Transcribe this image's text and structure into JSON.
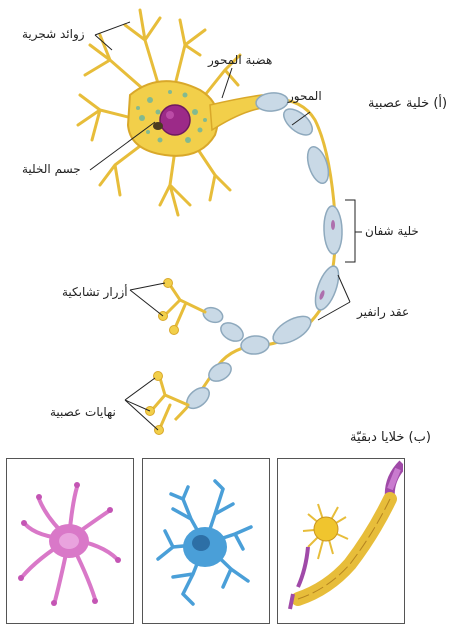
{
  "part_a": {
    "title": "(أ) خلية عصبية",
    "labels": {
      "dendrites": "زوائد شجرية",
      "axon_hillock": "هضبة المحور",
      "axon": "المحور",
      "cell_body": "جسم الخلية",
      "schwann_cell": "خلية شفان",
      "nodes_of_ranvier": "عقد رانفير",
      "synaptic_knobs": "أزرار تشابكية",
      "nerve_endings": "نهايات عصبية"
    }
  },
  "part_b": {
    "title": "(ب) خلايا دبقيّة"
  },
  "colors": {
    "neuron": "#f2cf4a",
    "neuron_dark": "#d9a82a",
    "myelin": "#c9d9e6",
    "myelin_edge": "#8ea9bd",
    "nucleus": "#9c2a88",
    "glia_pink": "#d978c8",
    "glia_blue": "#4a9fd8",
    "glia_yellow": "#f0c52e",
    "glia_purple": "#a04aa8"
  }
}
